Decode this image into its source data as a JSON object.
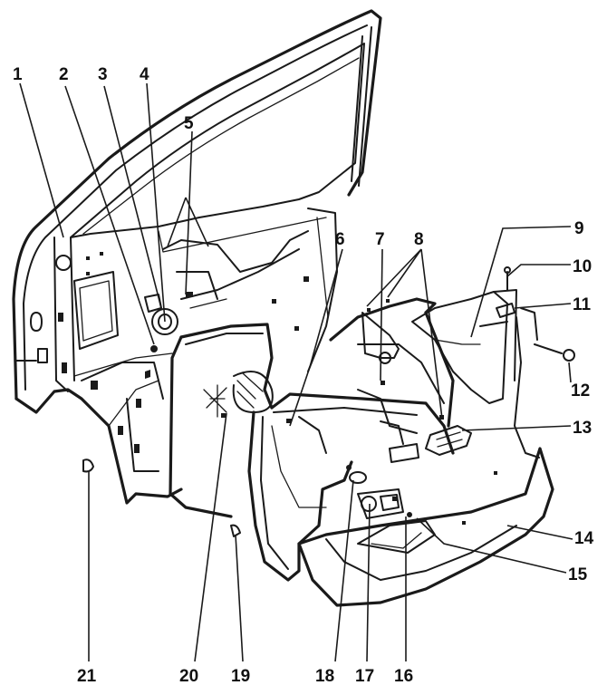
{
  "callouts": [
    {
      "num": "1"
    },
    {
      "num": "2"
    },
    {
      "num": "3"
    },
    {
      "num": "4"
    },
    {
      "num": "5"
    },
    {
      "num": "6"
    },
    {
      "num": "7"
    },
    {
      "num": "8"
    },
    {
      "num": "9"
    },
    {
      "num": "10"
    },
    {
      "num": "11"
    },
    {
      "num": "12"
    },
    {
      "num": "13"
    },
    {
      "num": "14"
    },
    {
      "num": "15"
    },
    {
      "num": "16"
    },
    {
      "num": "17"
    },
    {
      "num": "18"
    },
    {
      "num": "19"
    },
    {
      "num": "20"
    },
    {
      "num": "21"
    }
  ],
  "colors": {
    "ink": "#1a1a1a",
    "background": "#ffffff"
  }
}
